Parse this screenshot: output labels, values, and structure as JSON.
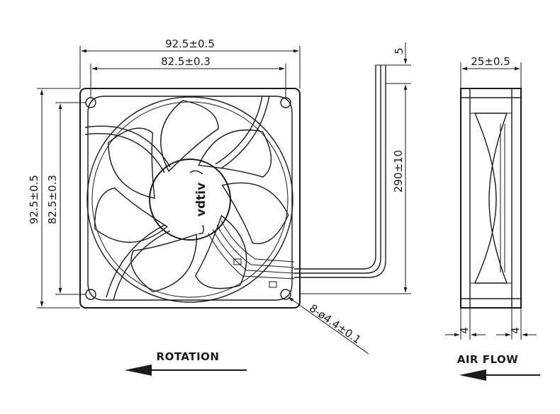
{
  "dimensions": {
    "outer_width": "92.5±0.5",
    "inner_width": "82.5±0.3",
    "outer_height": "92.5±0.5",
    "inner_height": "82.5±0.3",
    "wire_spacing": "5",
    "wire_length": "290±10",
    "hole_callout": "8-ø4.4±0.1",
    "depth": "25±0.5",
    "flange_left": "4",
    "flange_right": "4"
  },
  "hub_logo": "vdtiv",
  "labels": {
    "rotation": "ROTATION",
    "air_flow": "AIR FLOW"
  }
}
